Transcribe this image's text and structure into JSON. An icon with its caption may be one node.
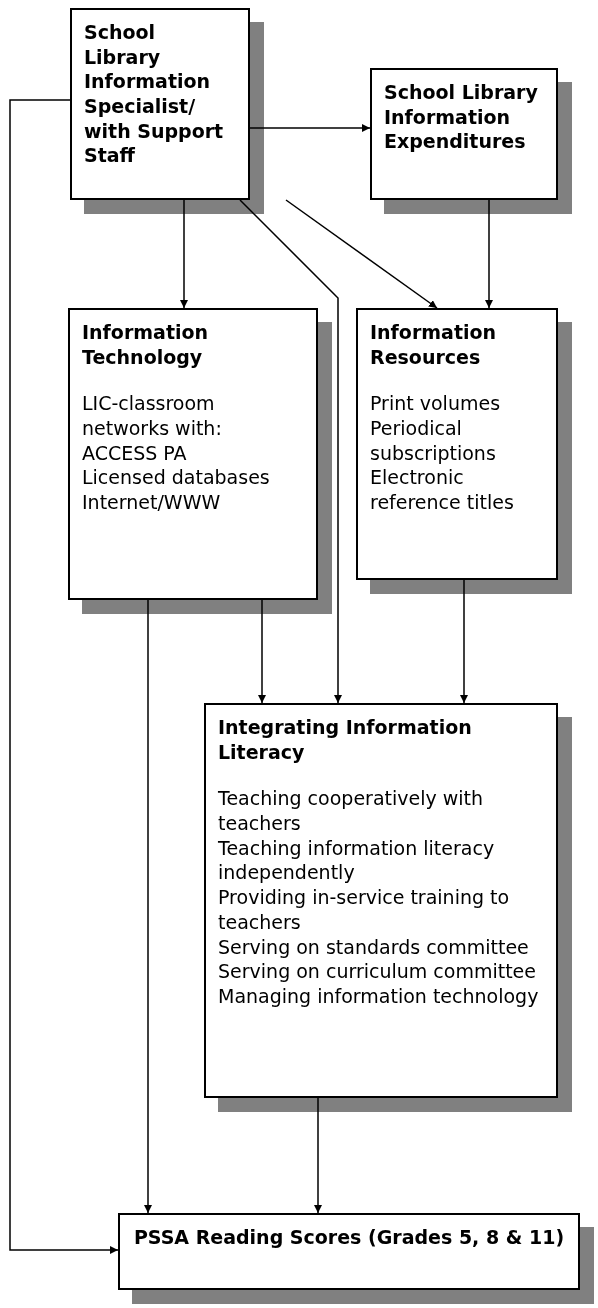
{
  "diagram": {
    "nodes": [
      {
        "text": [
          "School Library Information Specialist/ with Support Staff"
        ]
      },
      {
        "text": [
          "School Library Information Expenditures"
        ]
      },
      {
        "text": [
          "Information Technology",
          "LIC-classroom networks with:",
          "ACCESS PA",
          "Licensed databases",
          "Internet/WWW"
        ]
      },
      {
        "text": [
          "Information Resources",
          "Print volumes",
          "Periodical subscriptions",
          "Electronic reference titles"
        ]
      },
      {
        "text": [
          "Integrating Information Literacy",
          "Teaching cooperatively with teachers",
          "Teaching information literacy independently",
          "Providing in-service training to teachers",
          "Serving on standards committee",
          "Serving on curriculum committee",
          "Managing information technology"
        ]
      },
      {
        "text": [
          "PSSA Reading Scores (Grades 5, 8 & 11)"
        ]
      }
    ],
    "edges": [
      {
        "from": 0,
        "to": 1,
        "arrow": "to"
      },
      {
        "from": 0,
        "to": 2,
        "arrow": "to"
      },
      {
        "from": 0,
        "to": 4,
        "arrow": "to"
      },
      {
        "from": 0,
        "to": 3,
        "arrow": "to"
      },
      {
        "from": 1,
        "to": 3,
        "arrow": "to"
      },
      {
        "from": 2,
        "to": 5,
        "arrow": "to"
      },
      {
        "from": 2,
        "to": 4,
        "arrow": "to"
      },
      {
        "from": 3,
        "to": 4,
        "arrow": "to"
      },
      {
        "from": 4,
        "to": 5,
        "arrow": "to"
      },
      {
        "from": 0,
        "to": 5,
        "arrow": "to"
      }
    ]
  }
}
